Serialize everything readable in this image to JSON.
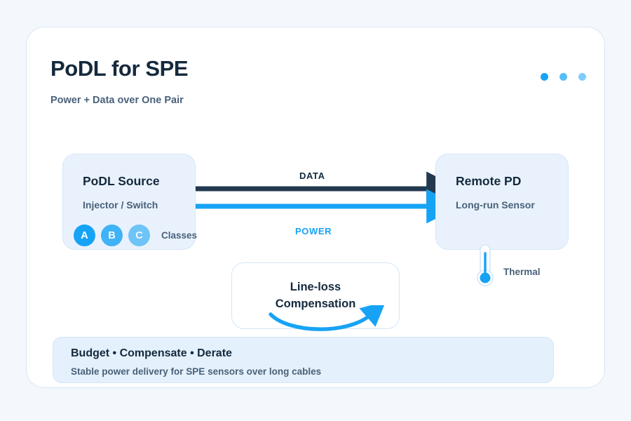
{
  "header": {
    "title": "PoDL for SPE",
    "subtitle": "Power + Data over One Pair",
    "dots": [
      "dot-1",
      "dot-2",
      "dot-3"
    ],
    "accent_color": "#17a3f5",
    "title_color": "#14293d"
  },
  "nodes": {
    "source": {
      "title": "PoDL Source",
      "subtitle": "Injector / Switch",
      "classes_label": "Classes",
      "badges": [
        {
          "label": "A"
        },
        {
          "label": "B"
        },
        {
          "label": "C"
        }
      ]
    },
    "remote": {
      "title": "Remote PD",
      "subtitle": "Long-run Sensor",
      "thermal_label": "Thermal",
      "thermal_icon": "thermometer-icon"
    }
  },
  "links": [
    {
      "id": "data",
      "label": "DATA",
      "color": "#22394f"
    },
    {
      "id": "power",
      "label": "POWER",
      "color": "#17a3f5"
    }
  ],
  "lineloss": {
    "line1": "Line-loss",
    "line2": "Compensation",
    "arrow_icon": "curved-arrow-icon"
  },
  "footer": {
    "title": "Budget • Compensate • Derate",
    "subtitle": "Stable power delivery for SPE sensors over long cables",
    "background": "#e4f0fb"
  }
}
